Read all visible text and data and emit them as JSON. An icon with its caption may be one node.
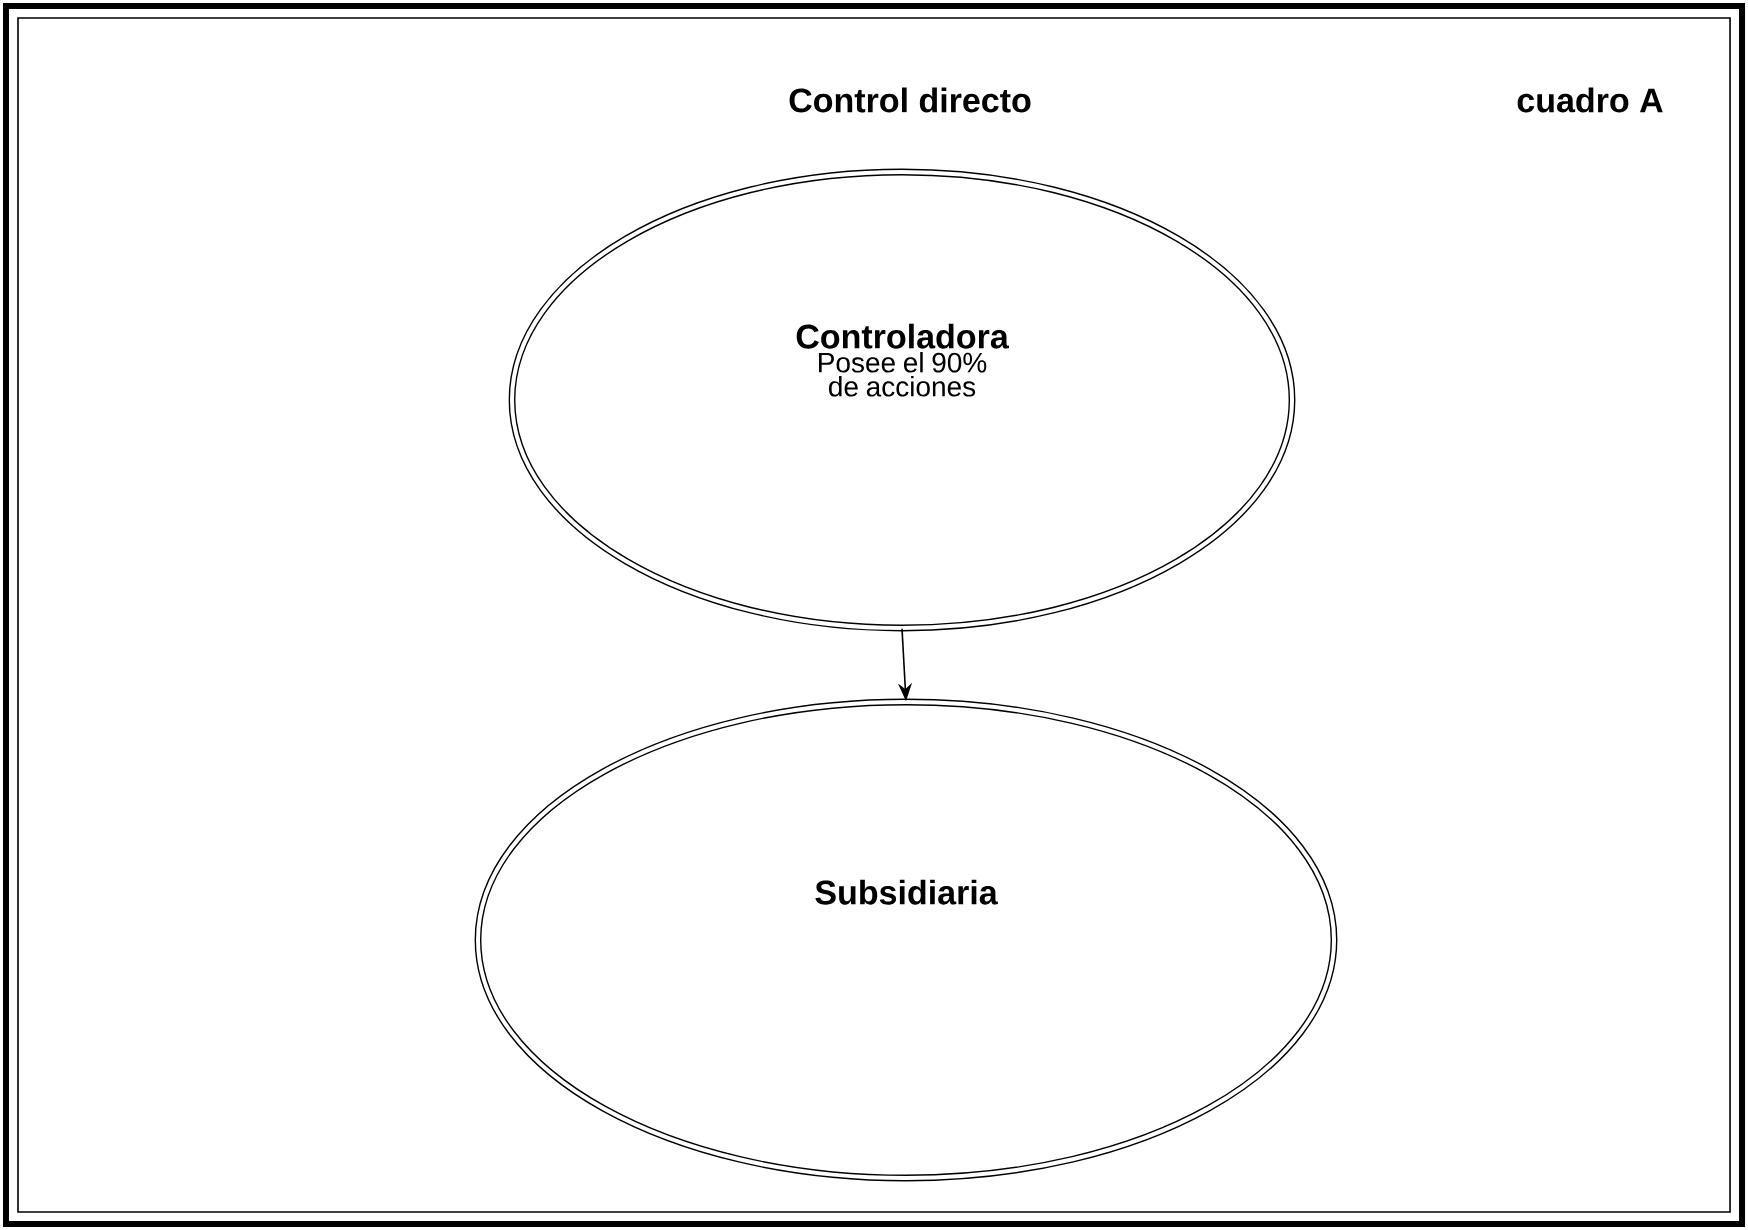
{
  "diagram": {
    "title": "Control directo",
    "nodes": [
      {
        "text": [
          "Controladora",
          "Posee el 90%  de acciones"
        ]
      },
      {
        "text": [
          "Subsidiaria"
        ]
      }
    ],
    "edges": [
      {
        "from": 0,
        "to": 1,
        "arrow": "to"
      }
    ],
    "labels": [
      "cuadro A"
    ]
  }
}
